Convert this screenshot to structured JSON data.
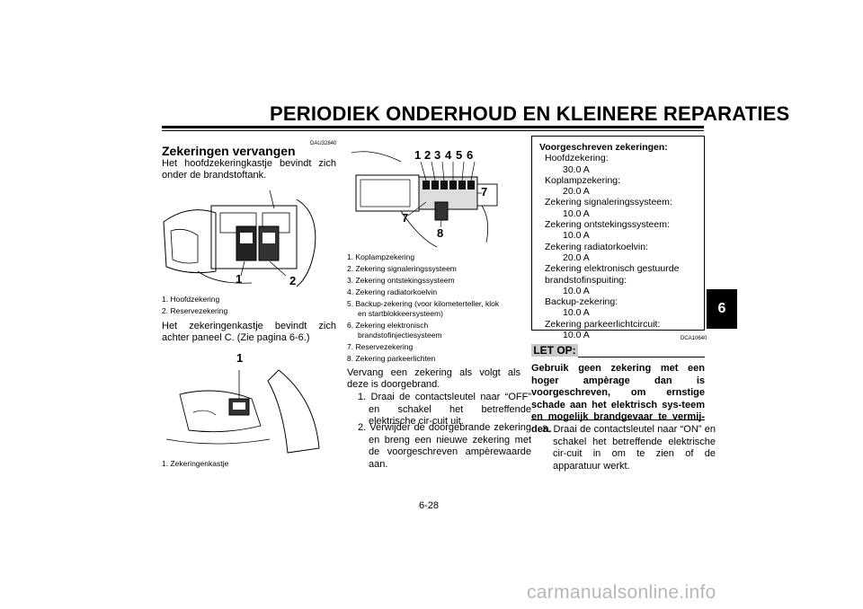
{
  "header": {
    "title": "PERIODIEK ONDERHOUD EN KLEINERE REPARATIES"
  },
  "chapter_tab": "6",
  "left": {
    "code": "DAU32840",
    "heading": "Zekeringen vervangen",
    "intro": "Het hoofdzekeringkastje bevindt zich onder de brandstoftank.",
    "fig1_callouts": [
      "1",
      "2"
    ],
    "fig1_legend": [
      "1. Hoofdzekering",
      "2. Reservezekering"
    ],
    "para2": "Het zekeringenkastje bevindt zich achter paneel C. (Zie pagina 6-6.)",
    "fig2_callouts": [
      "1"
    ],
    "fig2_legend": [
      "1. Zekeringenkastje"
    ]
  },
  "middle": {
    "fig_callouts": [
      "1",
      "2",
      "3",
      "4",
      "5",
      "6",
      "7",
      "7",
      "8"
    ],
    "legend": [
      "1. Koplampzekering",
      "2. Zekering signaleringssysteem",
      "3. Zekering ontstekingssysteem",
      "4. Zekering radiatorkoelvin",
      "5. Backup-zekering (voor kilometerteller, klok",
      "en startblokkeersysteem)",
      "6. Zekering elektronisch",
      "brandstofinjectiesysteem",
      "7. Reservezekering",
      "8. Zekering parkeerlichten"
    ],
    "para": "Vervang een zekering als volgt als deze is doorgebrand.",
    "steps": [
      "1. Draai de contactsleutel naar “OFF” en schakel het betreffende elektrische cir-cuit uit.",
      "2. Verwijder de doorgebrande zekering en breng een nieuwe zekering met de voorgeschreven ampèrewaarde aan."
    ]
  },
  "right": {
    "spec_title": "Voorgeschreven zekeringen:",
    "specs": [
      {
        "label": "Hoofdzekering:",
        "value": "30.0 A"
      },
      {
        "label": "Koplampzekering:",
        "value": "20.0 A"
      },
      {
        "label": "Zekering signaleringssysteem:",
        "value": "10.0 A"
      },
      {
        "label": "Zekering ontstekingssysteem:",
        "value": "10.0 A"
      },
      {
        "label": "Zekering radiatorkoelvin:",
        "value": "20.0 A"
      },
      {
        "label": "Zekering elektronisch gestuurde brandstofinspuiting:",
        "value": "10.0 A"
      },
      {
        "label": "Backup-zekering:",
        "value": "10.0 A"
      },
      {
        "label": "Zekering parkeerlichtcircuit:",
        "value": "10.0 A"
      }
    ],
    "code": "DCA10640",
    "letop": "LET OP:",
    "warning": "Gebruik geen zekering met een hoger ampèrage dan is voorgeschreven, om ernstige schade aan het elektrisch sys-teem en mogelijk brandgevaar te vermij-den.",
    "step3": "3. Draai de contactsleutel naar “ON” en schakel het betreffende elektrische cir-cuit in om te zien of de apparatuur werkt."
  },
  "page_number": "6-28",
  "watermark": "carmanualsonline.info"
}
